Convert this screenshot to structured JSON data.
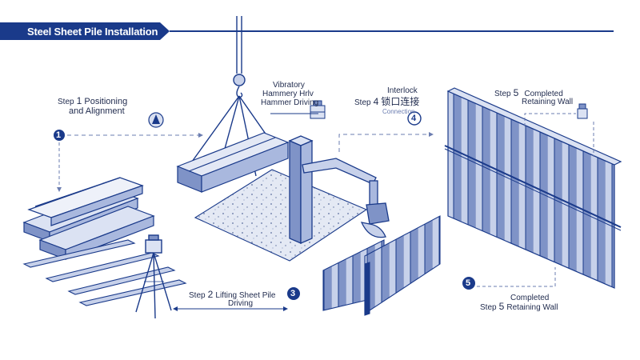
{
  "header": {
    "title": "Steel Sheet Pile Installation"
  },
  "step1": {
    "step_word": "Step",
    "number": "1",
    "line1": "Positioning",
    "line2": "and Alignment",
    "badge": "1"
  },
  "vibratory": {
    "line1": "Vibratory",
    "line2": "Hammery Hrlv",
    "line3": "Hammer Driving"
  },
  "step4": {
    "step_word": "Step",
    "number": "4",
    "title": "Interlock",
    "cjk": "锁口连接",
    "sub": "Connection",
    "badge": "4"
  },
  "step5_top": {
    "step_word": "Step",
    "number": "5",
    "line1": "Completed",
    "line2": "Retaining Wall"
  },
  "step2": {
    "step_word": "Step",
    "number": "2",
    "line1": "Lifting Sheet Pile",
    "line2": "Driving",
    "badge": "3"
  },
  "step5_bottom": {
    "badge": "5",
    "line1": "Completed",
    "step_word": "Step",
    "number": "5",
    "line2": "Retaining Wall"
  },
  "colors": {
    "navy": "#1a3a8a",
    "light": "#b9c6e4",
    "mid": "#7f93c7"
  }
}
